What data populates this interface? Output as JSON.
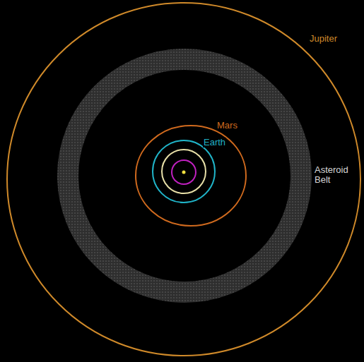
{
  "diagram": {
    "labels": [
      "Jupiter",
      "Mars",
      "Earth",
      "Asteroid Belt"
    ]
  }
}
